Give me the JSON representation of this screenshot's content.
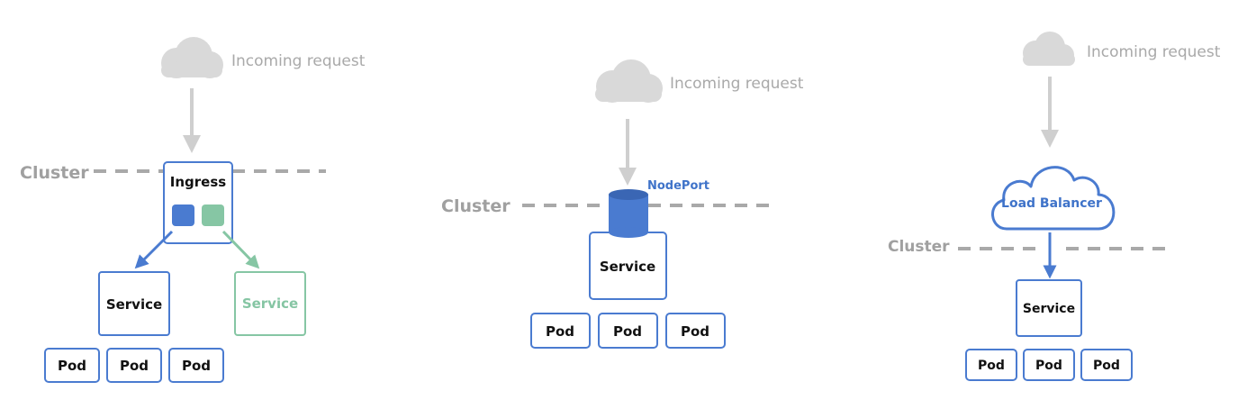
{
  "colors": {
    "accent_blue": "#4a7bd0",
    "accent_green": "#86c6a4",
    "cloud_gray": "#d9d9d9",
    "cluster_line": "#a9a9a9",
    "text_gray": "#a9a9a9"
  },
  "icons": {
    "cloud": "cloud-icon",
    "database": "cylinder-icon",
    "load_balancer": "cloud-outline-icon"
  },
  "ingress": {
    "request_label": "Incoming request",
    "cluster_label": "Cluster",
    "ingress_label": "Ingress",
    "service_left": "Service",
    "service_right": "Service",
    "pods": [
      "Pod",
      "Pod",
      "Pod"
    ]
  },
  "nodeport": {
    "request_label": "Incoming request",
    "cluster_label": "Cluster",
    "nodeport_label": "NodePort",
    "service_label": "Service",
    "pods": [
      "Pod",
      "Pod",
      "Pod"
    ]
  },
  "loadbalancer": {
    "request_label": "Incoming request",
    "cluster_label": "Cluster",
    "lb_label": "Load Balancer",
    "service_label": "Service",
    "pods": [
      "Pod",
      "Pod",
      "Pod"
    ]
  }
}
